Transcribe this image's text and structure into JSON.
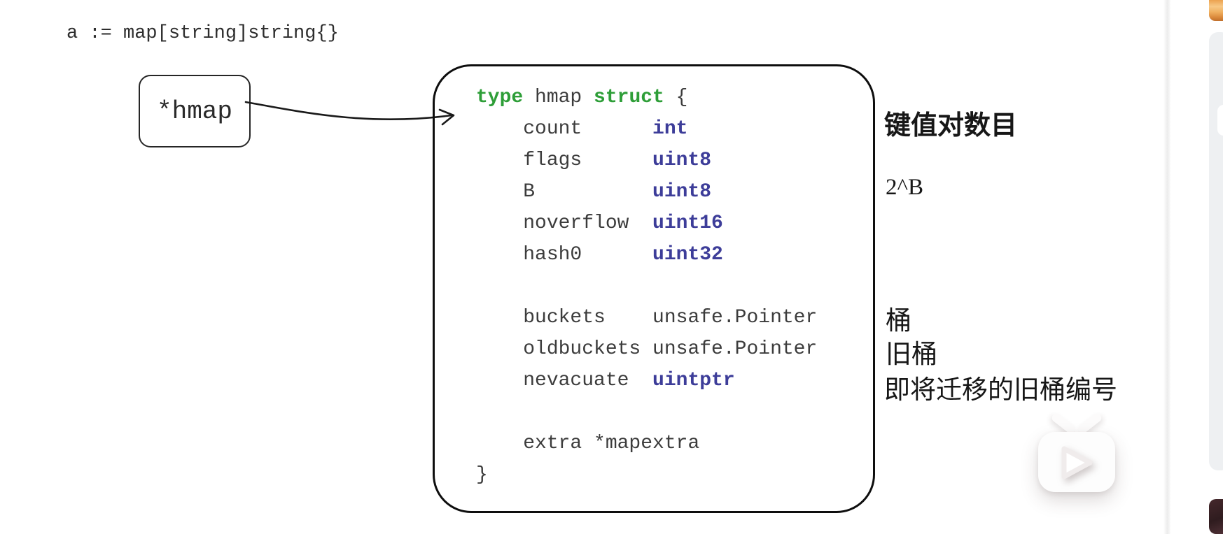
{
  "declaration": "a := map[string]string{}",
  "pointer_box": {
    "label": "*hmap"
  },
  "struct_box": {
    "lines": [
      {
        "segs": [
          {
            "t": "type",
            "c": "kw"
          },
          {
            "t": " hmap ",
            "c": "id"
          },
          {
            "t": "struct",
            "c": "kw"
          },
          {
            "t": " {",
            "c": "id"
          }
        ]
      },
      {
        "segs": [
          {
            "t": "    count      ",
            "c": "id"
          },
          {
            "t": "int",
            "c": "ty"
          }
        ]
      },
      {
        "segs": [
          {
            "t": "    flags      ",
            "c": "id"
          },
          {
            "t": "uint8",
            "c": "ty"
          }
        ]
      },
      {
        "segs": [
          {
            "t": "    B          ",
            "c": "id"
          },
          {
            "t": "uint8",
            "c": "ty"
          }
        ]
      },
      {
        "segs": [
          {
            "t": "    noverflow  ",
            "c": "id"
          },
          {
            "t": "uint16",
            "c": "ty"
          }
        ]
      },
      {
        "segs": [
          {
            "t": "    hash0      ",
            "c": "id"
          },
          {
            "t": "uint32",
            "c": "ty"
          }
        ]
      },
      {
        "segs": []
      },
      {
        "segs": [
          {
            "t": "    buckets    unsafe.Pointer",
            "c": "id"
          }
        ]
      },
      {
        "segs": [
          {
            "t": "    oldbuckets unsafe.Pointer",
            "c": "id"
          }
        ]
      },
      {
        "segs": [
          {
            "t": "    nevacuate  ",
            "c": "id"
          },
          {
            "t": "uintptr",
            "c": "ty"
          }
        ]
      },
      {
        "segs": []
      },
      {
        "segs": [
          {
            "t": "    extra *mapextra",
            "c": "id"
          }
        ]
      },
      {
        "segs": [
          {
            "t": "}",
            "c": "id"
          }
        ]
      }
    ]
  },
  "annotations": [
    {
      "field": "count",
      "text": "键值对数目"
    },
    {
      "field": "B",
      "text": "2^B"
    },
    {
      "field": "buckets",
      "text": "桶"
    },
    {
      "field": "oldbuckets",
      "text": "旧桶"
    },
    {
      "field": "nevacuate",
      "text": "即将迁移的旧桶编号"
    }
  ],
  "watermark": {
    "icon": "bilibili-play-icon"
  },
  "colors": {
    "keyword_green": "#2e9e38",
    "type_indigo": "#3d3d99",
    "code_gray": "#3c3c3c",
    "ink_black": "#171717",
    "sidebar_orange": "#eda04f",
    "sidebar_gray": "#eef0f2",
    "sidebar_maroon": "#3c2327"
  }
}
